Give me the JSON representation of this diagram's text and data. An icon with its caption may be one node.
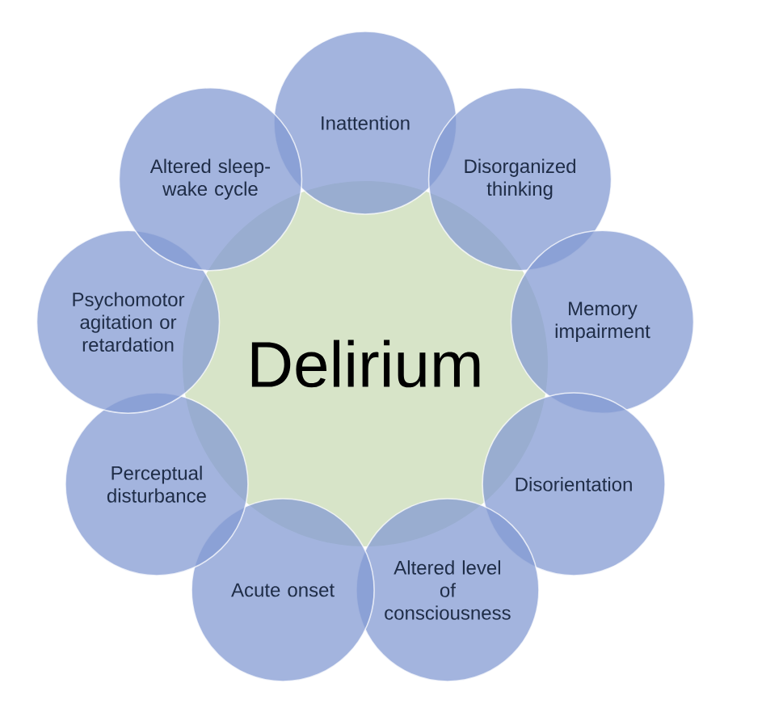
{
  "diagram": {
    "nodes": [
      {
        "text": [
          "Delirium"
        ]
      },
      {
        "text": [
          "Inattention"
        ]
      },
      {
        "text": [
          "Disorganized thinking"
        ]
      },
      {
        "text": [
          "Memory impairment"
        ]
      },
      {
        "text": [
          "Disorientation"
        ]
      },
      {
        "text": [
          "Altered level of consciousness"
        ]
      },
      {
        "text": [
          "Acute onset"
        ]
      },
      {
        "text": [
          "Perceptual disturbance"
        ]
      },
      {
        "text": [
          "Psychomotor agitation or retardation"
        ]
      },
      {
        "text": [
          "Altered sleep-wake cycle"
        ]
      }
    ]
  }
}
